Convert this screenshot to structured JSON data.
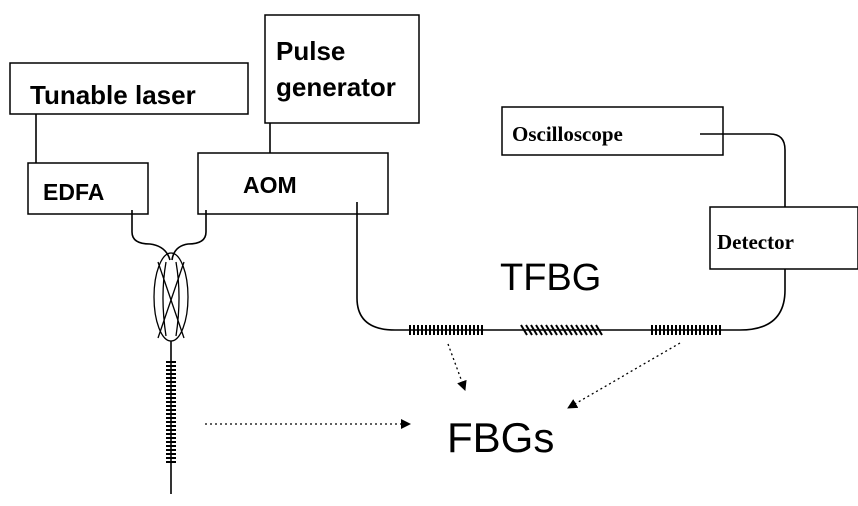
{
  "labels": {
    "tunable_laser": "Tunable laser",
    "pulse_generator_line1": "Pulse",
    "pulse_generator_line2": "generator",
    "edfa": "EDFA",
    "aom": "AOM",
    "oscilloscope": "Oscilloscope",
    "detector": "Detector",
    "tfbg": "TFBG",
    "fbgs": "FBGs"
  }
}
